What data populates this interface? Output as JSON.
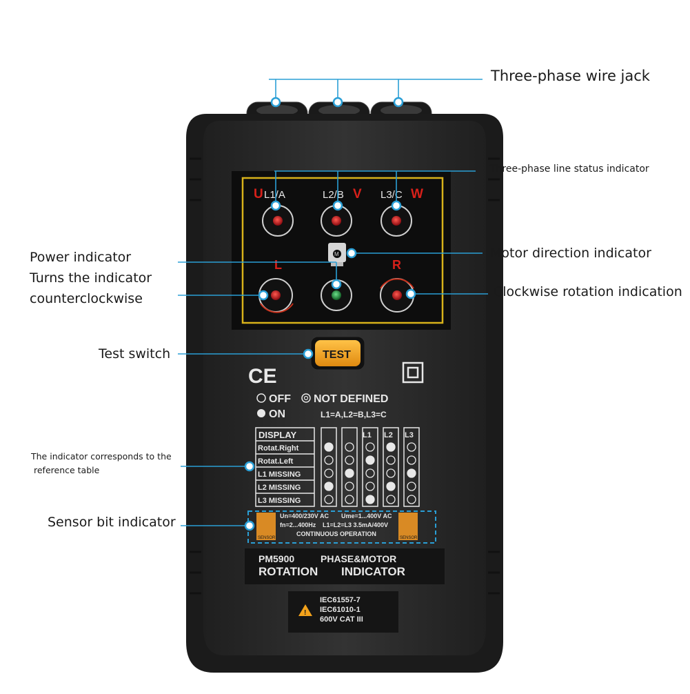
{
  "callouts": {
    "three_phase_jack": "Three-phase wire jack",
    "line_status": "Three-phase line status indicator",
    "power_indicator": "Power indicator",
    "turns_counterclockwise_1": "Turns the indicator",
    "turns_counterclockwise_2": "counterclockwise",
    "motor_direction": "Motor direction indicator",
    "clockwise_rotation": "Clockwise rotation indication",
    "test_switch": "Test switch",
    "reference_table_1": "The indicator corresponds to the",
    "reference_table_2": "reference table",
    "sensor_bit": "Sensor bit indicator"
  },
  "device": {
    "phase_labels": {
      "u": "U",
      "l1": "L1/A",
      "l2": "L2/B",
      "v": "V",
      "l3": "L3/C",
      "w": "W"
    },
    "rotation_left": "L",
    "rotation_right": "R",
    "test_button": "TEST",
    "ce_mark": "CE",
    "legend_off": "OFF",
    "legend_not_defined": "NOT DEFINED",
    "legend_on": "ON",
    "legend_mapping": "L1=A,L2=B,L3=C",
    "table": {
      "header": [
        "DISPLAY",
        "",
        "",
        "L1",
        "L2",
        "L3"
      ],
      "rows": [
        "Rotat.Right",
        "Rotat.Left",
        "L1 MISSING",
        "L2 MISSING",
        "L3 MISSING"
      ]
    },
    "spec_line_1a": "Un=400/230V AC",
    "spec_line_1b": "Ume=1...400V AC",
    "spec_line_2a": "fn=2...400Hz",
    "spec_line_2b": "L1=L2=L3 3.5mA/400V",
    "spec_line_3": "CONTINUOUS OPERATION",
    "sensor_label": "SENSOR",
    "model": "PM5900",
    "title_line_1": "PHASE&MOTOR",
    "title_line_2a": "ROTATION",
    "title_line_2b": "INDICATOR",
    "standard_1": "IEC61557-7",
    "standard_2": "IEC61010-1",
    "standard_3": "600V CAT III"
  },
  "colors": {
    "device_body": "#2b2b2b",
    "panel": "#0f0f0f",
    "panel_border": "#d8b21a",
    "phase_red": "#d8201a",
    "led_red": "#c0101a",
    "led_green": "#1f9a3a",
    "test_button": "#f3a21b",
    "callout_blue": "#2a9fd6",
    "print_white": "#e8e8e8"
  }
}
